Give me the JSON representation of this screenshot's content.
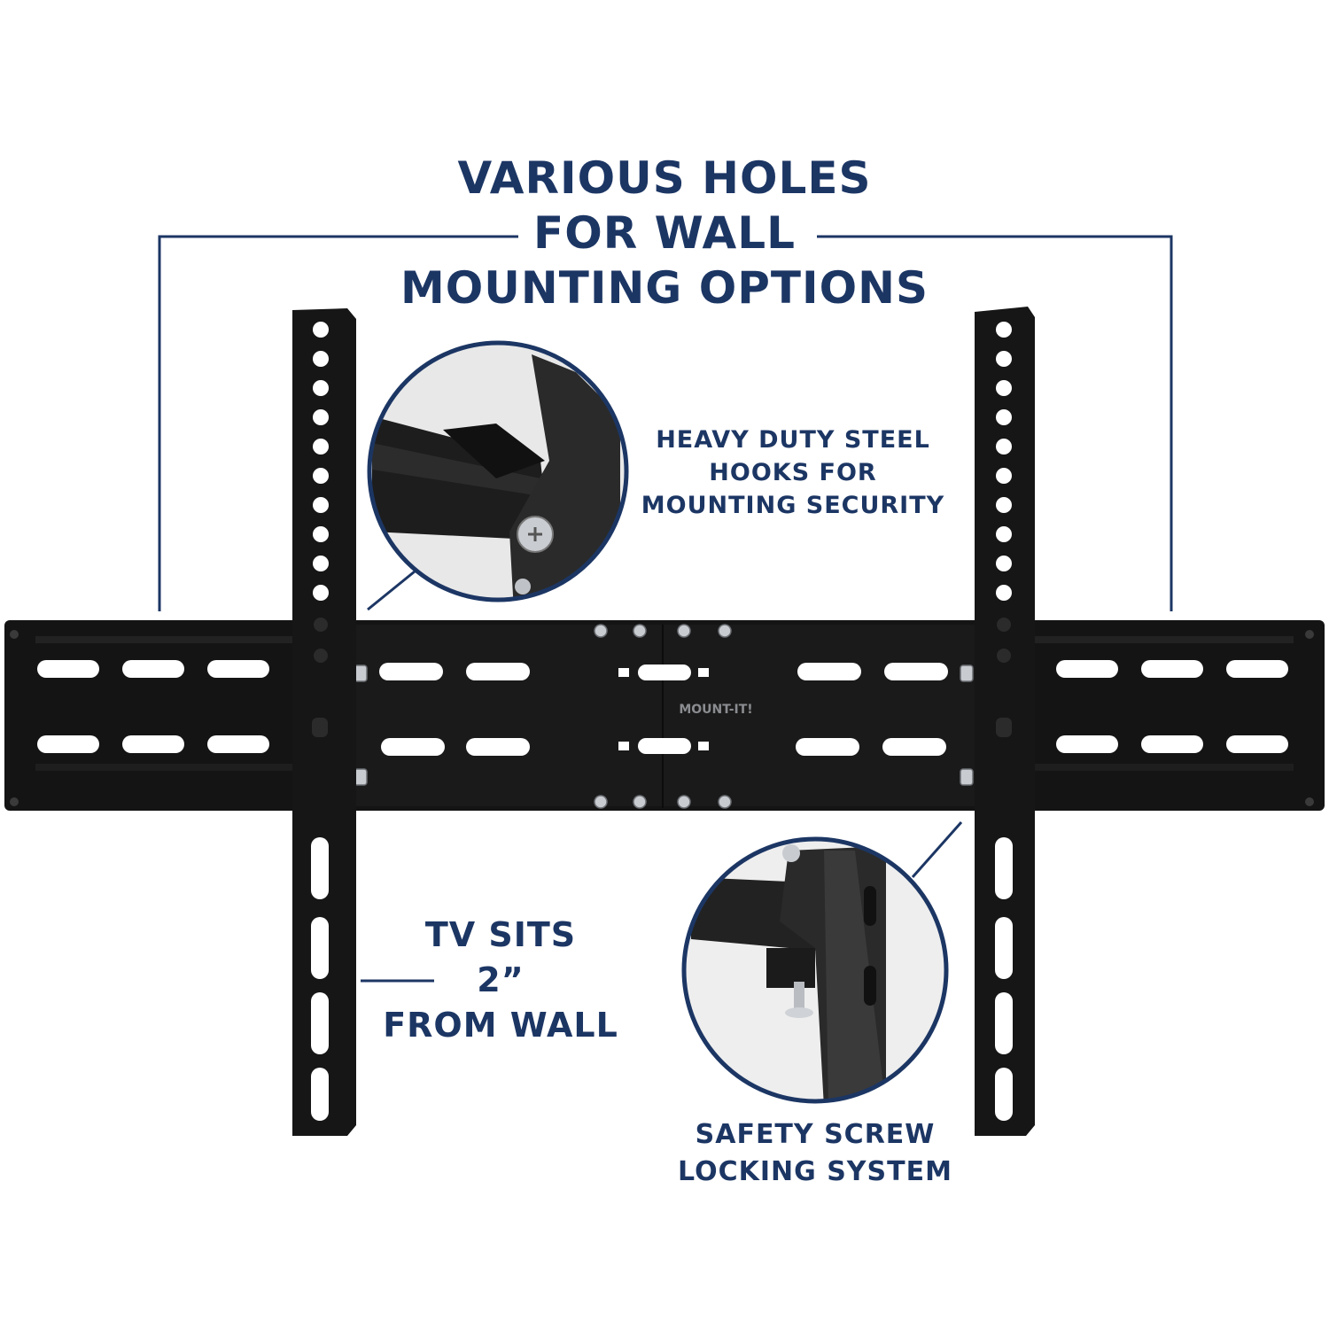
{
  "heading": {
    "lines": [
      "VARIOUS HOLES",
      "FOR WALL",
      "MOUNTING OPTIONS"
    ]
  },
  "callouts": {
    "hooks": [
      "HEAVY DUTY STEEL",
      "HOOKS FOR",
      "MOUNTING SECURITY"
    ],
    "distance": [
      "TV SITS",
      "2”",
      "FROM WALL"
    ],
    "safety": [
      "SAFETY SCREW",
      "LOCKING SYSTEM"
    ]
  },
  "bracket": {
    "brand_logo_text": "MOUNT-IT!"
  },
  "colors": {
    "accent": "#1c3664",
    "bracket": "#141414",
    "background": "#ffffff"
  }
}
